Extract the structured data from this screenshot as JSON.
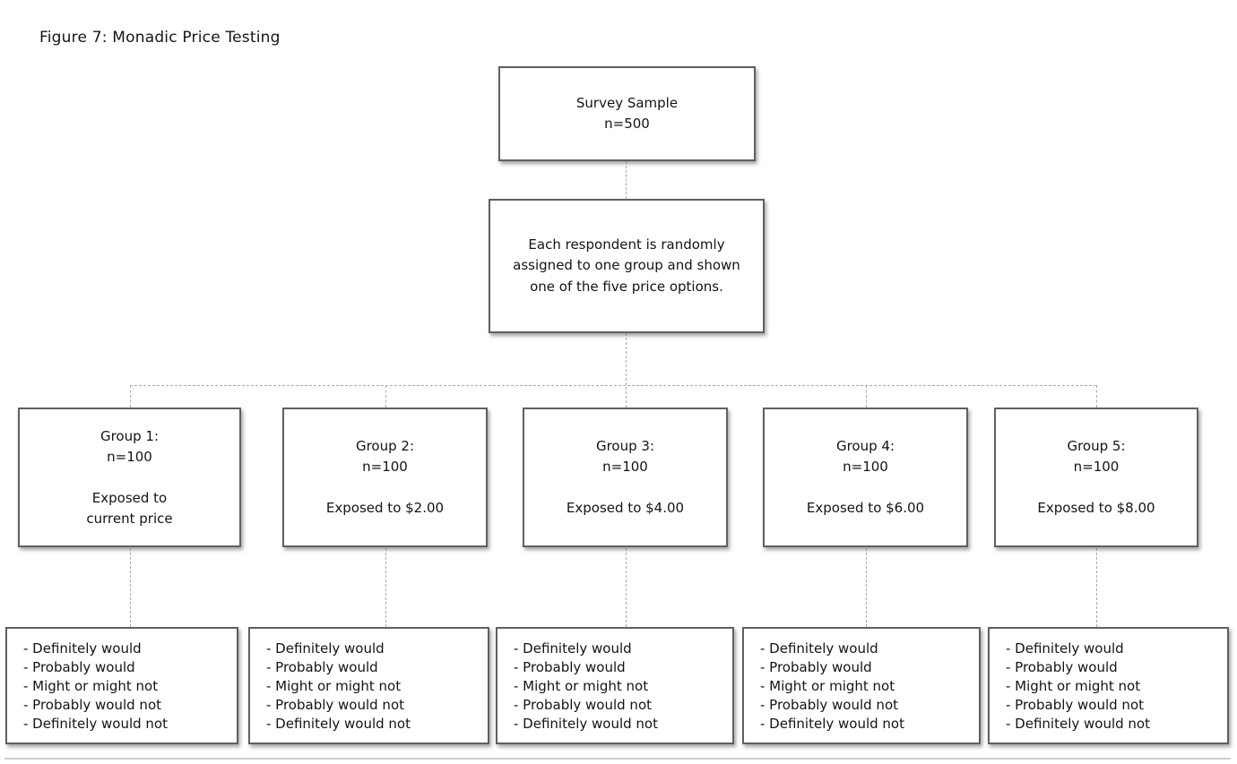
{
  "figure": {
    "title": "Figure 7: Monadic Price Testing"
  },
  "flow": {
    "survey_sample": {
      "lines": [
        "Survey Sample",
        "n=500"
      ]
    },
    "assignment": {
      "lines": [
        "Each respondent is randomly",
        "assigned to one group and shown",
        "one of the five price options."
      ]
    },
    "groups": [
      {
        "title": "Group 1:",
        "n": "n=100",
        "exposure": [
          "Exposed to",
          "current price"
        ]
      },
      {
        "title": "Group 2:",
        "n": "n=100",
        "exposure": [
          "Exposed to $2.00"
        ]
      },
      {
        "title": "Group 3:",
        "n": "n=100",
        "exposure": [
          "Exposed to $4.00"
        ]
      },
      {
        "title": "Group 4:",
        "n": "n=100",
        "exposure": [
          "Exposed to $6.00"
        ]
      },
      {
        "title": "Group 5:",
        "n": "n=100",
        "exposure": [
          "Exposed to $8.00"
        ]
      }
    ],
    "purchase_intent_options": [
      "- Definitely would",
      "- Probably would",
      "- Might or might not",
      "- Probably would not",
      "- Definitely would not"
    ]
  },
  "colors": {
    "background": "#ffffff",
    "box_border": "#606060",
    "connector": "#aaaaaa",
    "text": "#141414"
  }
}
